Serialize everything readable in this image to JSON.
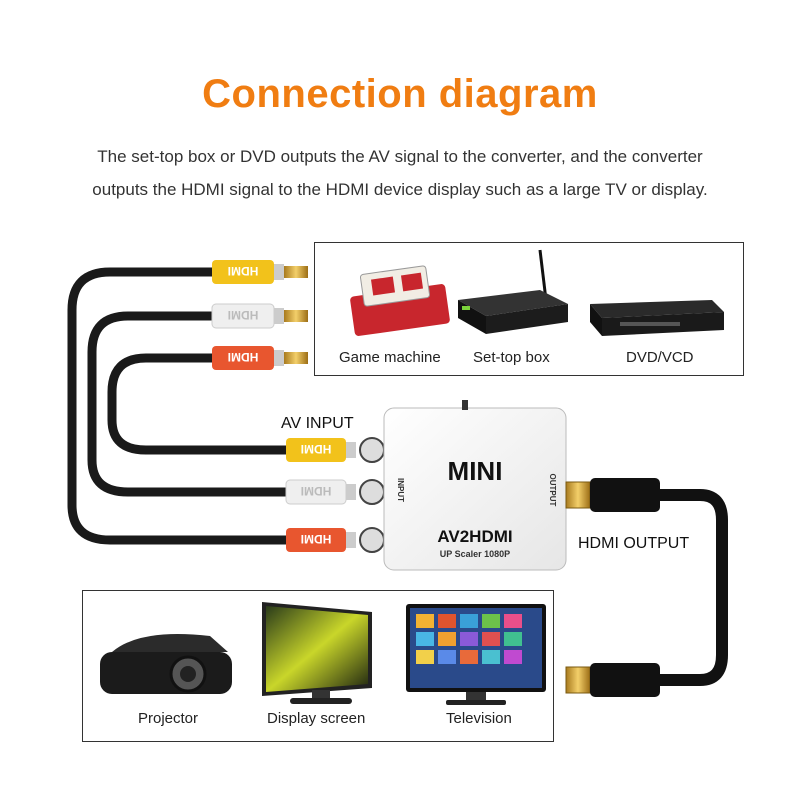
{
  "title": "Connection diagram",
  "description": {
    "line1": "The set-top box or DVD outputs the AV signal to the converter, and the converter",
    "line2": "outputs the HDMI signal to the HDMI device display such as a large TV or display."
  },
  "sources": {
    "game_machine": "Game machine",
    "set_top_box": "Set-top box",
    "dvd": "DVD/VCD"
  },
  "converter": {
    "model": "MINI",
    "name": "AV2HDMI",
    "subtitle": "UP Scaler 1080P",
    "input_label": "INPUT",
    "output_label": "OUTPUT"
  },
  "labels": {
    "av_input": "AV INPUT",
    "hdmi_output": "HDMI OUTPUT"
  },
  "plug_text": "HDMI",
  "displays": {
    "projector": "Projector",
    "display_screen": "Display screen",
    "television": "Television"
  },
  "colors": {
    "title": "#f07d12",
    "plug_yellow": "#f2c21b",
    "plug_white": "#f0f0f0",
    "plug_red": "#e8562f",
    "cable": "#1a1a1a"
  }
}
